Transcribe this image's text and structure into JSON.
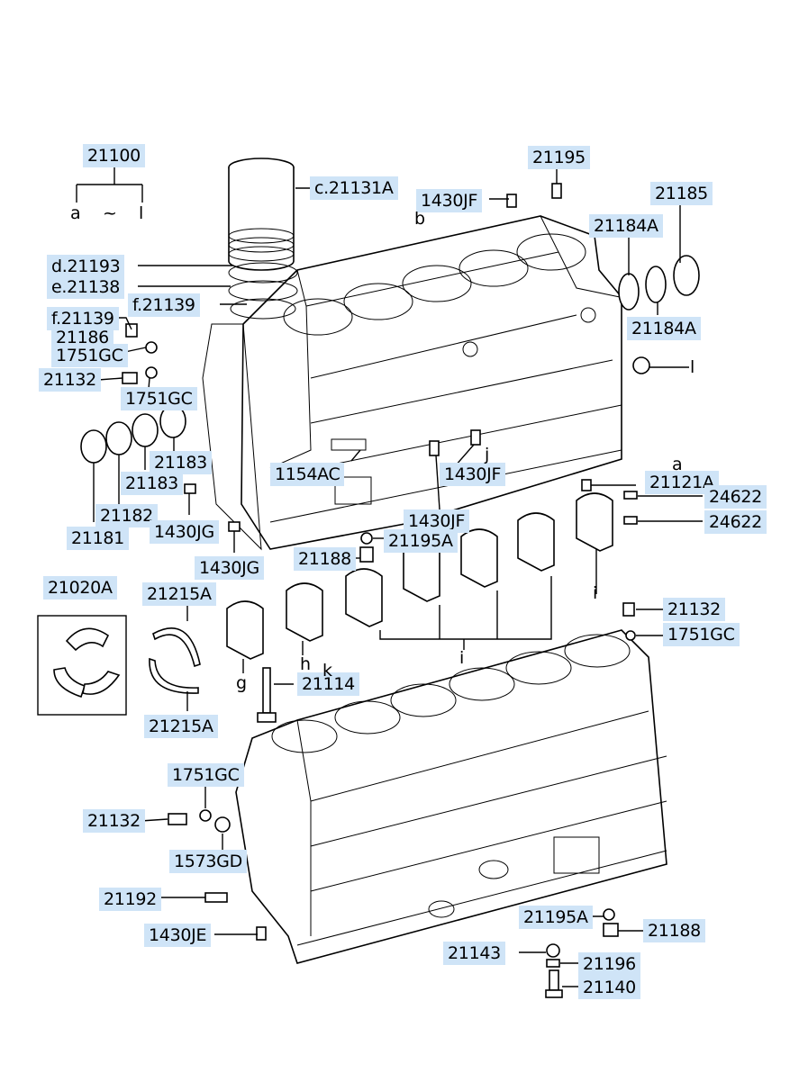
{
  "labels": {
    "l21100": "21100",
    "l21195_top": "21195",
    "l21131A": "c.21131A",
    "l1430JF_top": "1430JF",
    "l21185": "21185",
    "l21184A_top": "21184A",
    "l21184A_bot": "21184A",
    "l21193": "d.21193",
    "l21138": "e.21138",
    "l21139_f1": "f.21139",
    "l21139_f2": "f.21139",
    "l21186": "21186",
    "l1751GC_a": "1751GC",
    "l21132_a": "21132",
    "l1751GC_b": "1751GC",
    "l21183_a": "21183",
    "l21183_b": "21183",
    "l21182": "21182",
    "l21181": "21181",
    "l1154AC": "1154AC",
    "l1430JF_mid": "1430JF",
    "l21121A": "21121A",
    "l24622_a": "24622",
    "l24622_b": "24622",
    "l1430JG_a": "1430JG",
    "l1430JG_b": "1430JG",
    "l1430JF_low": "1430JF",
    "l21195A_a": "21195A",
    "l21188_a": "21188",
    "l21020A": "21020A",
    "l21215A_a": "21215A",
    "l21215A_b": "21215A",
    "l21114": "21114",
    "l21132_b": "21132",
    "l1751GC_c": "1751GC",
    "l1751GC_d": "1751GC",
    "l21132_c": "21132",
    "l1573GD": "1573GD",
    "l21192": "21192",
    "l1430JE": "1430JE",
    "l21195A_b": "21195A",
    "l21188_b": "21188",
    "l21143": "21143",
    "l21196": "21196",
    "l21140": "21140"
  },
  "letters": {
    "a_range": "a",
    "tilde": "~",
    "l_range": "l",
    "b": "b",
    "l_plug": "l",
    "a_21121": "a",
    "j": "j",
    "i_cap": "i",
    "i_bot": "i",
    "g": "g",
    "h": "h",
    "k": "k"
  }
}
